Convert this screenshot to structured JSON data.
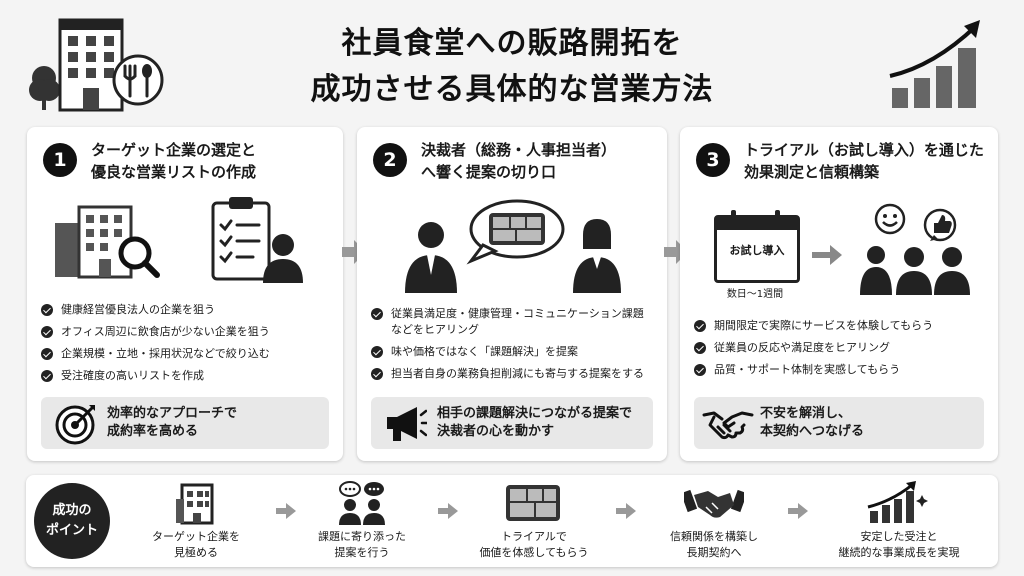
{
  "title": {
    "line1": "社員食堂への販路開拓を",
    "line2": "成功させる具体的な営業方法"
  },
  "cards": [
    {
      "number": "1",
      "title_line1": "ターゲット企業の選定と",
      "title_line2": "優良な営業リストの作成",
      "bullets": [
        "健康経営優良法人の企業を狙う",
        "オフィス周辺に飲食店が少ない企業を狙う",
        "企業規模・立地・採用状況などで絞り込む",
        "受注確度の高いリストを作成"
      ],
      "callout_line1": "効率的なアプローチで",
      "callout_line2": "成約率を高める"
    },
    {
      "number": "2",
      "title_line1": "決裁者（総務・人事担当者）",
      "title_line2": "へ響く提案の切り口",
      "bullets": [
        "従業員満足度・健康管理・コミュニケーション課題",
        "などをヒアリング",
        "味や価格ではなく「課題解決」を提案",
        "担当者自身の業務負担削減にも寄与する提案をする"
      ],
      "callout_line1": "相手の課題解決につながる提案で",
      "callout_line2": "決裁者の心を動かす"
    },
    {
      "number": "3",
      "title_line1": "トライアル（お試し導入）を通じた",
      "title_line2": "効果測定と信頼構築",
      "calendar_label": "お試し導入",
      "calendar_caption": "数日〜1週間",
      "bullets": [
        "期間限定で実際にサービスを体験してもらう",
        "従業員の反応や満足度をヒアリング",
        "品質・サポート体制を実感してもらう"
      ],
      "callout_line1": "不安を解消し、",
      "callout_line2": "本契約へつなげる"
    }
  ],
  "points": {
    "label_line1": "成功の",
    "label_line2": "ポイント",
    "steps": [
      {
        "line1": "ターゲット企業を",
        "line2": "見極める",
        "icon": "building-icon"
      },
      {
        "line1": "課題に寄り添った",
        "line2": "提案を行う",
        "icon": "people-chat-icon"
      },
      {
        "line1": "トライアルで",
        "line2": "価値を体感してもらう",
        "icon": "bento-box-icon"
      },
      {
        "line1": "信頼関係を構築し",
        "line2": "長期契約へ",
        "icon": "handshake-icon"
      },
      {
        "line1": "安定した受注と",
        "line2": "継続的な事業成長を実現",
        "icon": "growth-chart-icon"
      }
    ]
  }
}
